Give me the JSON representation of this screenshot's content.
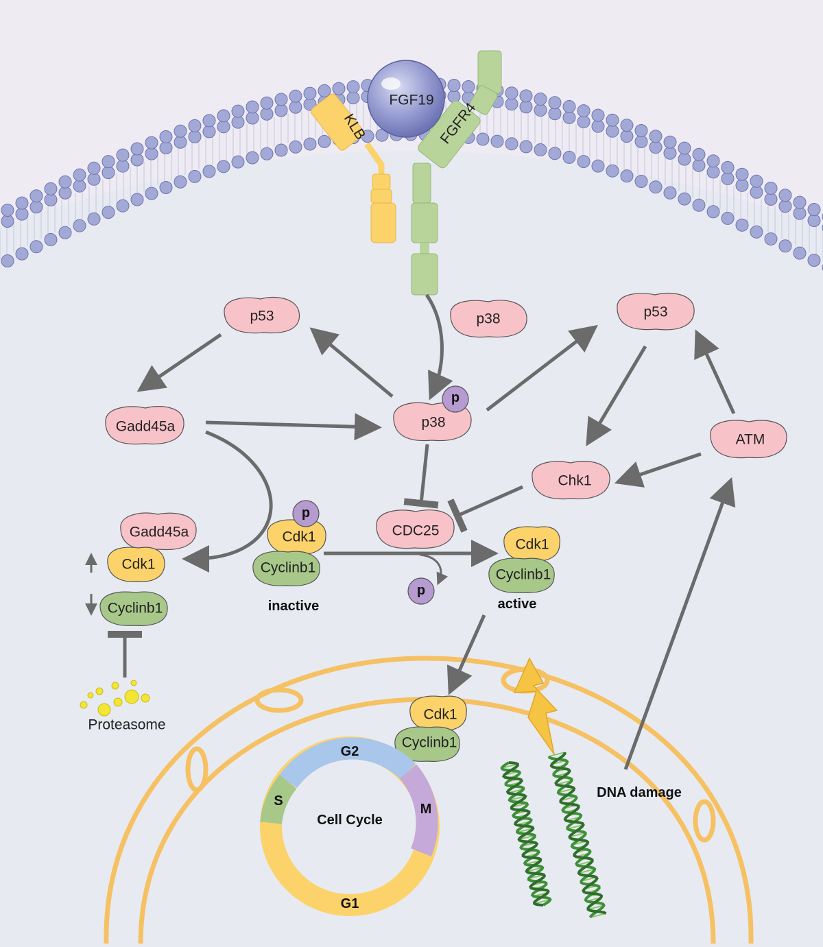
{
  "ligand": {
    "label": "FGF19"
  },
  "receptors": {
    "klb": "KLB",
    "fgfr4": "FGFR4"
  },
  "proteins": {
    "p53_left": "p53",
    "p38_top": "p38",
    "p53_right": "p53",
    "gadd45a_left": "Gadd45a",
    "p38_center": "p38",
    "atm": "ATM",
    "chk1": "Chk1",
    "cdc25": "CDC25"
  },
  "phospho": {
    "label": "p"
  },
  "complexes": {
    "degradation": {
      "gadd45a": "Gadd45a",
      "cdk1": "Cdk1",
      "cyclinb1": "Cyclinb1"
    },
    "inactive": {
      "cdk1": "Cdk1",
      "cyclinb1": "Cyclinb1",
      "state": "inactive"
    },
    "active": {
      "cdk1": "Cdk1",
      "cyclinb1": "Cyclinb1",
      "state": "active"
    },
    "nuclear": {
      "cdk1": "Cdk1",
      "cyclinb1": "Cyclinb1"
    }
  },
  "proteasome": {
    "label": "Proteasome"
  },
  "cell_cycle": {
    "title": "Cell Cycle",
    "phases": {
      "g2": "G2",
      "m": "M",
      "g1": "G1",
      "s": "S"
    }
  },
  "dna": {
    "label": "DNA damage"
  },
  "colors": {
    "background": "#e8eaf2",
    "membrane_lipid": "#a3a9d6",
    "pink_protein": "#f7c2c8",
    "cdk1_yellow": "#fbd36a",
    "cyclin_green": "#a8c88a",
    "phospho_purple": "#b59bd0",
    "nucleus_orange": "#f5c163",
    "dna_green": "#3f8f3a",
    "arrow_gray": "#6b6b6b"
  }
}
